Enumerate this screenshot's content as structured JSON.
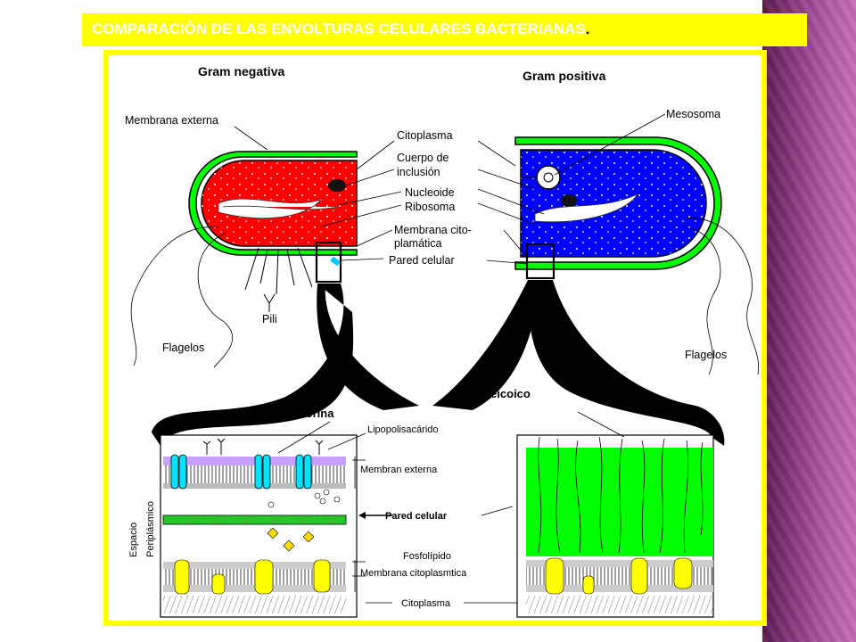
{
  "slide": {
    "title_prefix": "COMPARACIÓN DE LAS ",
    "title_link": "ENVOLTURAS CELULARES BACTERIANAS",
    "title_suffix": "."
  },
  "diagram": {
    "headings": {
      "gram_negative": "Gram negativa",
      "gram_positive": "Gram positiva"
    },
    "labels": {
      "membrana_externa": "Membrana externa",
      "citoplasma": "Citoplasma",
      "cuerpo_inclusion_1": "Cuerpo de",
      "cuerpo_inclusion_2": "inclusión",
      "nucleoide": "Nucleoide",
      "ribosoma": "Ribosoma",
      "membrana_cito_1": "Membrana cito-",
      "membrana_cito_2": "plamática",
      "pared_celular": "Pared celular",
      "mesosoma": "Mesosoma",
      "pili": "Pili",
      "flagelos_left": "Flagelos",
      "flagelos_right": "Flagelos",
      "acido_teicoico": "Acido teicoico",
      "porina": "Porina",
      "lipopolisacarido": "Lipopolisacárido",
      "membran_externa": "Membran externa",
      "pared_celular_bold": "Pared celular",
      "espacio": "Espacio",
      "periplasmico": "Periplásmico",
      "fosfolipido": "Fosfolípido",
      "membrana_citoplasmtica": "Membrana citoplasmtica",
      "citoplasma_bottom": "Citoplasma"
    },
    "colors": {
      "gram_negative_fill": "#ff0000",
      "gram_positive_fill": "#0000ff",
      "cell_wall": "#00ff00",
      "porin": "#00e5ff",
      "phospholipid_head": "#ffff00",
      "title_bar": "#ffff00",
      "side_band": "#8a3a80"
    }
  }
}
